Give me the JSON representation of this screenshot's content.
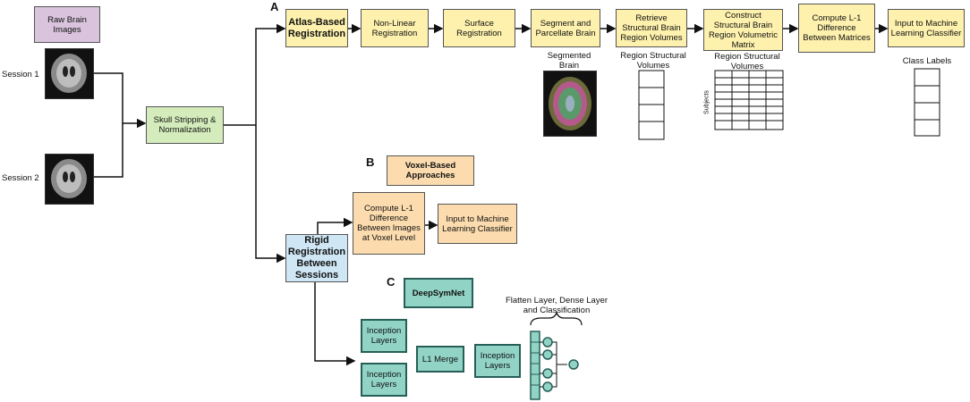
{
  "labels": {
    "raw": "Raw Brain Images",
    "session1": "Session 1",
    "session2": "Session 2",
    "skull": "Skull Stripping & Normalization",
    "sec_a": "A",
    "sec_b": "B",
    "sec_c": "C",
    "atlas": "Atlas-Based Registration",
    "nonlinear": "Non-Linear Registration",
    "surface": "Surface Registration",
    "segment": "Segment and Parcellate Brain",
    "retrieve": "Retrieve Structural Brain Region Volumes",
    "construct": "Construct Structural Brain Region Volumetric Matrix",
    "compute_a": "Compute L-1 Difference Between Matrices",
    "input_a": "Input to Machine Learning Classifier",
    "segmented": "Segmented Brain",
    "region_vol1": "Region Structural Volumes",
    "region_vol2": "Region Structural Volumes",
    "subjects": "Subjects",
    "class_labels": "Class Labels",
    "voxel": "Voxel-Based Approaches",
    "compute_b": "Compute L-1 Difference Between Images at Voxel Level",
    "input_b": "Input to Machine Learning Classifier",
    "rigid": "Rigid Registration Between Sessions",
    "deepsym": "DeepSymNet",
    "flatten": "Flatten Layer, Dense Layer and Classification",
    "inception1": "Inception Layers",
    "inception2": "Inception Layers",
    "l1merge": "L1 Merge",
    "inception3": "Inception Layers"
  },
  "colors": {
    "purple": "#d9c3dd",
    "green": "#d4ecbb",
    "yellow": "#fdf1ad",
    "orange": "#fcdcae",
    "blue": "#cfe6f5",
    "teal": "#91d4c6"
  }
}
